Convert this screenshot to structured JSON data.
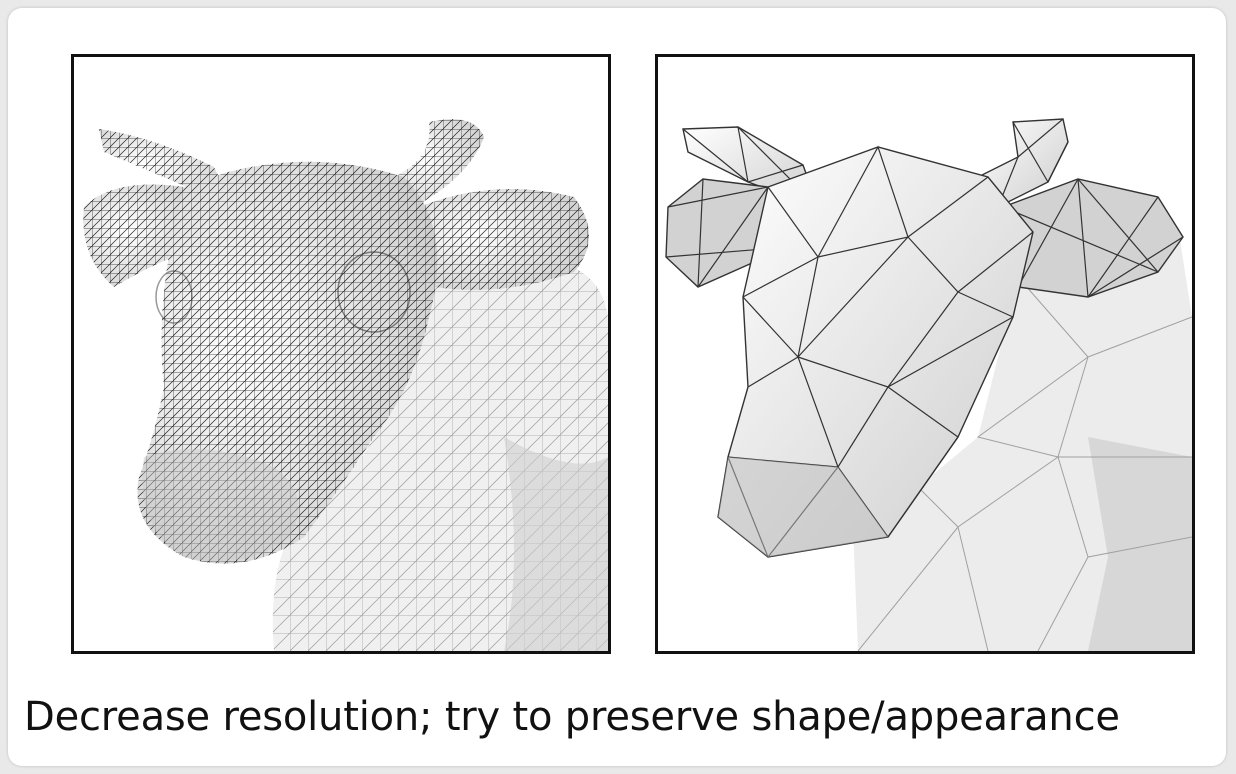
{
  "caption": "Decrease resolution; try to preserve shape/appearance",
  "panels": [
    {
      "id": "high-resolution-mesh",
      "density": "high"
    },
    {
      "id": "low-resolution-mesh",
      "density": "low"
    }
  ],
  "colors": {
    "frame": "#111111",
    "mesh_line": "#222222",
    "surface_light": "#f4f4f4",
    "surface_shade": "#bdbdbd"
  }
}
